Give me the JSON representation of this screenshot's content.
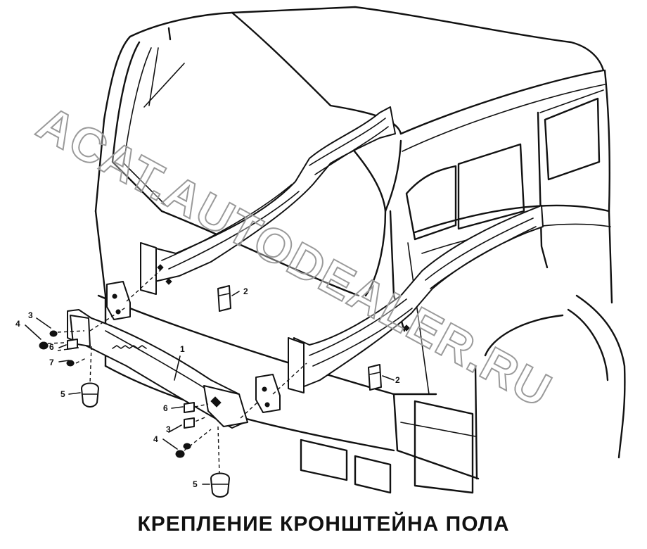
{
  "caption": "КРЕПЛЕНИЕ КРОНШТЕЙНА ПОЛА",
  "watermark": "ACAT.AUTODEALER.RU",
  "callouts": {
    "c1": "1",
    "c2a": "2",
    "c2b": "2",
    "c3a": "3",
    "c3b": "3",
    "c4a": "4",
    "c4b": "4",
    "c5a": "5",
    "c5b": "5",
    "c6a": "6",
    "c6b": "6",
    "c7": "7"
  }
}
